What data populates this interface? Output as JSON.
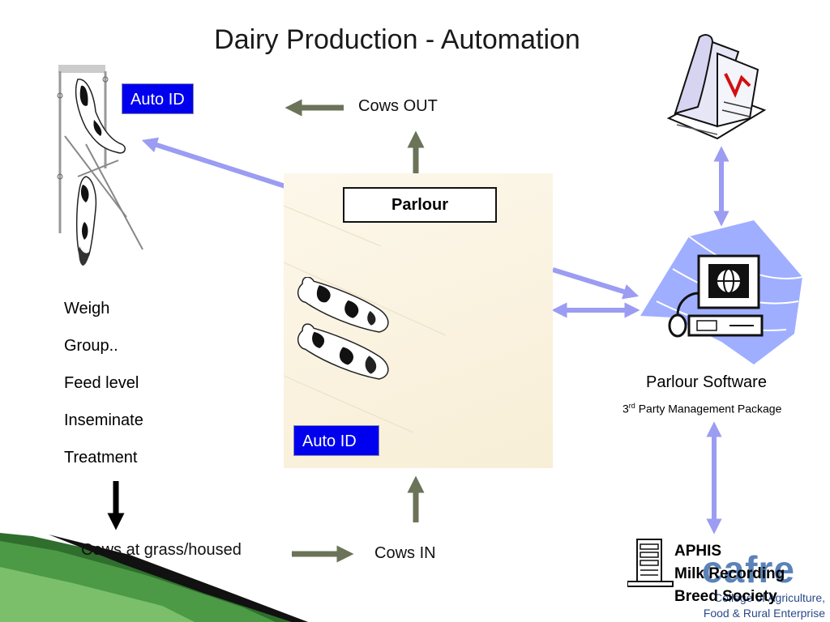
{
  "slide": {
    "title": "Dairy Production - Automation"
  },
  "labels": {
    "cows_out": "Cows OUT",
    "cows_in": "Cows IN",
    "cows_at_grass": "Cows at grass/housed",
    "parlour": "Parlour",
    "auto_id_top": "Auto ID",
    "auto_id_parlour": "Auto ID"
  },
  "tasks": [
    "Weigh",
    "Group..",
    "Feed level",
    "Inseminate",
    "Treatment"
  ],
  "software": {
    "title": "Parlour Software",
    "sub_prefix": "3",
    "sub_sup": "rd",
    "sub_rest": " Party Management Package"
  },
  "org": {
    "line1": "APHIS",
    "line2": "Milk Recording",
    "line3": "Breed Society",
    "logo_word": "cafre",
    "logo_line1": "College of Agriculture,",
    "logo_line2": "Food & Rural Enterprise"
  },
  "colors": {
    "auto_id_bg": "#0000ee",
    "flow_arrow": "#6b7358",
    "link_arrow": "#9b9cf2",
    "decor_green": "#3f8a3a",
    "logo_blue": "#5a83b8"
  },
  "icons": [
    "document-chart-icon",
    "computer-icon",
    "server-icon",
    "cow-weighing-crate-icon",
    "cows-in-parlour-icon"
  ]
}
